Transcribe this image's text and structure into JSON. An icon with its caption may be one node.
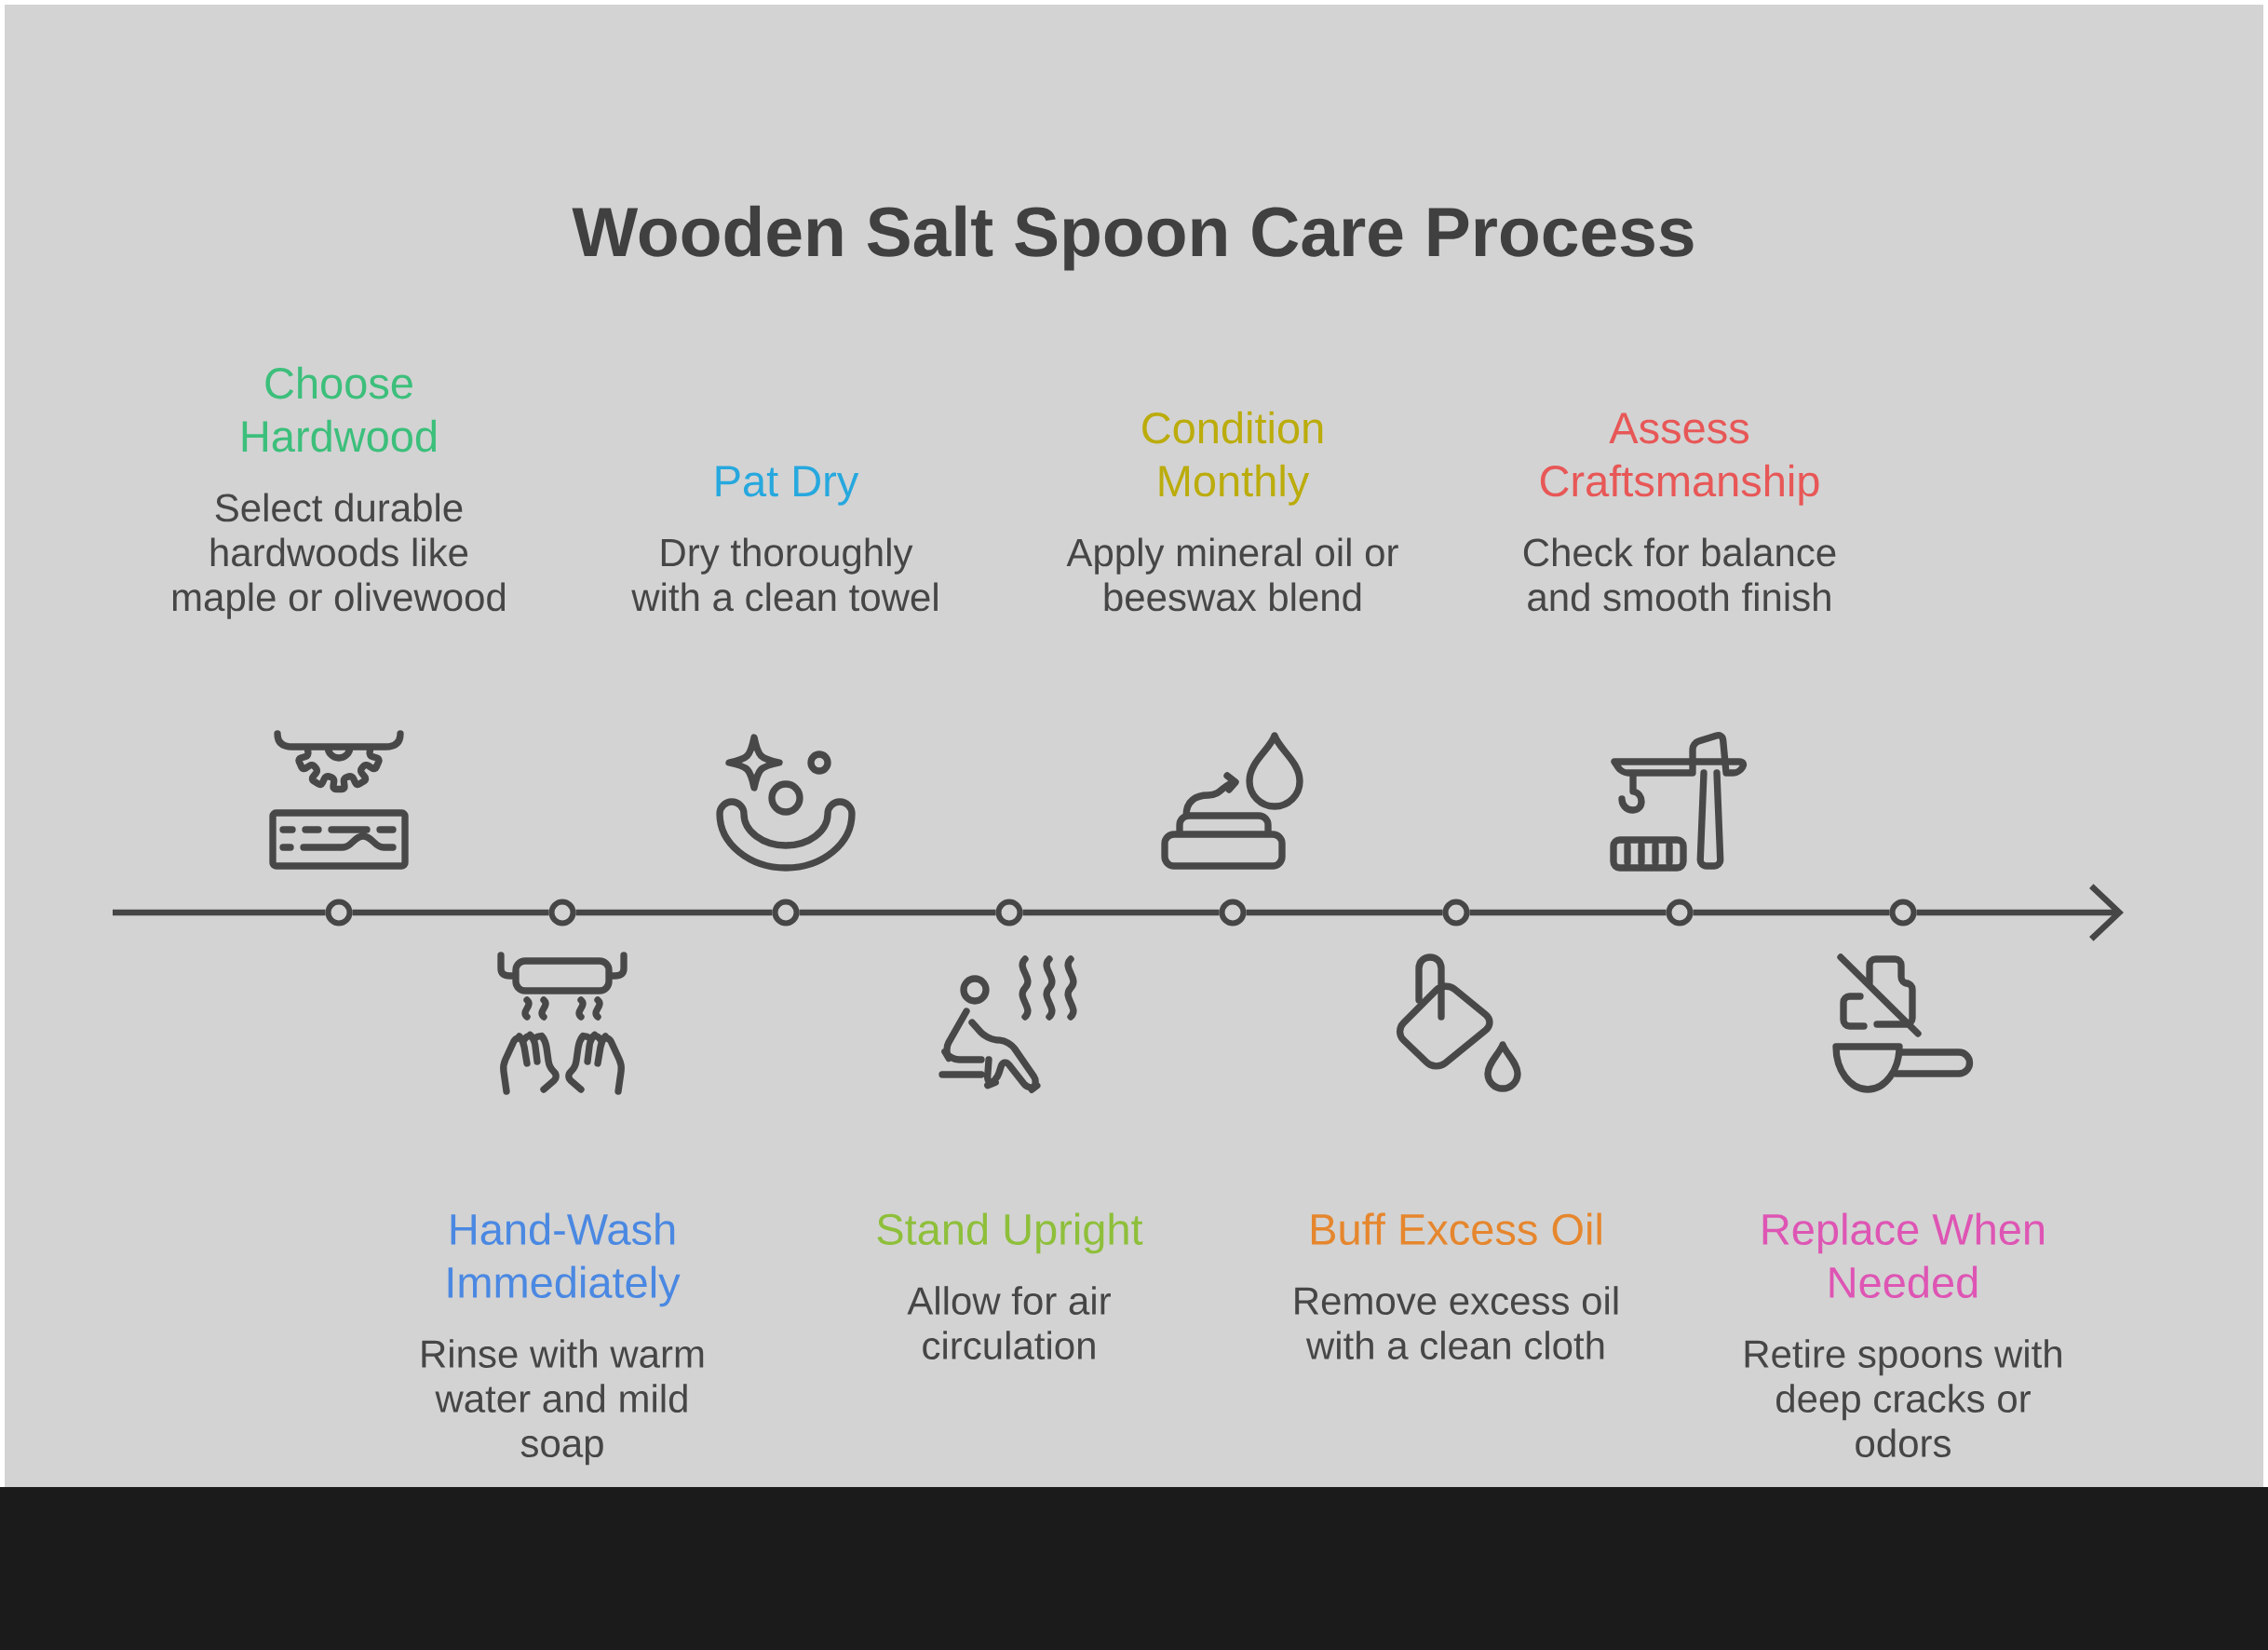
{
  "diagram": {
    "title": "Wooden Salt Spoon Care Process",
    "nodes": [
      {
        "text": [],
        "shape": "circle",
        "beside": [
          "Choose Hardwood",
          "Select durable hardwoods like maple or olivewood"
        ]
      },
      {
        "text": [],
        "shape": "circle",
        "beside": [
          "Hand-Wash Immediately",
          "Rinse with warm water and mild soap"
        ]
      },
      {
        "text": [],
        "shape": "circle",
        "beside": [
          "Pat Dry",
          "Dry thoroughly with a clean towel"
        ]
      },
      {
        "text": [],
        "shape": "circle",
        "beside": [
          "Stand Upright",
          "Allow for air circulation"
        ]
      },
      {
        "text": [],
        "shape": "circle",
        "beside": [
          "Condition Monthly",
          "Apply mineral oil or beeswax blend"
        ]
      },
      {
        "text": [],
        "shape": "circle",
        "beside": [
          "Buff Excess Oil",
          "Remove excess oil with a clean cloth"
        ]
      },
      {
        "text": [],
        "shape": "circle",
        "beside": [
          "Assess Craftsmanship",
          "Check for balance and smooth finish"
        ]
      },
      {
        "text": [],
        "shape": "circle",
        "beside": [
          "Replace When Needed",
          "Retire spoons with deep cracks or odors"
        ]
      }
    ],
    "edges": [
      {
        "from": null,
        "to": 0,
        "arrow": "none"
      },
      {
        "from": 0,
        "to": 1,
        "arrow": "none"
      },
      {
        "from": 1,
        "to": 2,
        "arrow": "none"
      },
      {
        "from": 2,
        "to": 3,
        "arrow": "none"
      },
      {
        "from": 3,
        "to": 4,
        "arrow": "none"
      },
      {
        "from": 4,
        "to": 5,
        "arrow": "none"
      },
      {
        "from": 5,
        "to": 6,
        "arrow": "none"
      },
      {
        "from": 6,
        "to": 7,
        "arrow": "none"
      },
      {
        "from": 7,
        "to": null,
        "arrow": "to"
      }
    ]
  }
}
